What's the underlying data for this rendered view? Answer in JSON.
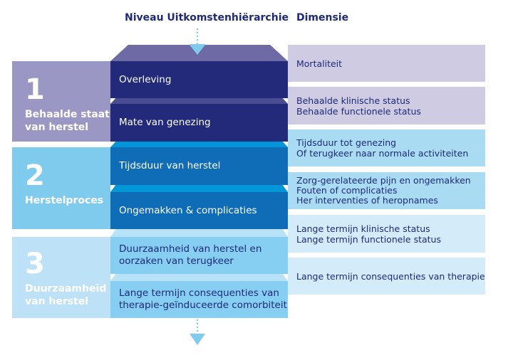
{
  "header": {
    "level_title": "Niveau Uitkomstenhiërarchie",
    "dimension_title": "Dimensie"
  },
  "tiers": [
    {
      "number": "1",
      "label": [
        "Behaalde staat",
        "van herstel"
      ],
      "levels": [
        "Overleving",
        "Mate van genezing"
      ]
    },
    {
      "number": "2",
      "label": [
        "Herstelproces"
      ],
      "levels": [
        "Tijdsduur van herstel",
        "Ongemakken & complicaties"
      ]
    },
    {
      "number": "3",
      "label": [
        "Duurzaamheid",
        "van herstel"
      ],
      "levels": [
        [
          "Duurzaamheid van herstel en",
          "oorzaken van terugkeer"
        ],
        [
          "Lange termijn consequenties van",
          "therapie-geïnduceerde comorbiteit"
        ]
      ]
    }
  ],
  "dimensions": [
    [
      "Mortaliteit"
    ],
    [
      "Behaalde klinische status",
      "Behaalde functionele status"
    ],
    [
      "Tijdsduur tot genezing",
      "Of terugkeer naar normale activiteiten"
    ],
    [
      "Zorg-gerelateerde pijn en ongemakken",
      "Fouten of complicaties",
      "Her interventies of heropnames"
    ],
    [
      "Lange termijn klinische status",
      "Lange termijn functionele status"
    ],
    [
      "Lange termijn consequenties van therapie"
    ]
  ],
  "colors": {
    "text": "#1e2a78",
    "tier1": "#9b97c4",
    "tier1_box": "#232a7a",
    "tier2": "#7ecbee",
    "tier2_box": "#0f6db8",
    "tier3": "#bde2f7",
    "tier3_box": "#86cef2"
  }
}
